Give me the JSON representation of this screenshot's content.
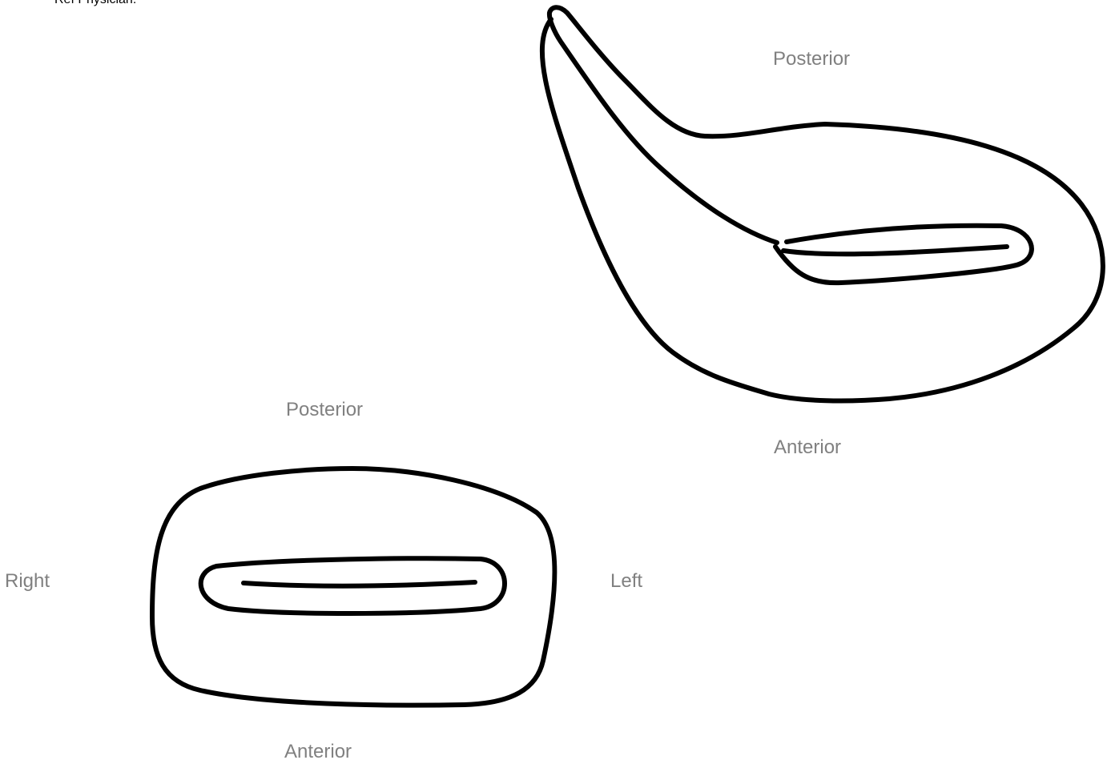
{
  "header": {
    "note": "Ref Physician:"
  },
  "colors": {
    "outline": "#000000",
    "label": "#808080",
    "note": "#000000"
  },
  "oblique_view": {
    "labels": {
      "top": "Posterior",
      "bottom": "Anterior"
    }
  },
  "front_view": {
    "labels": {
      "top": "Posterior",
      "bottom": "Anterior",
      "left": "Right",
      "right": "Left"
    }
  }
}
